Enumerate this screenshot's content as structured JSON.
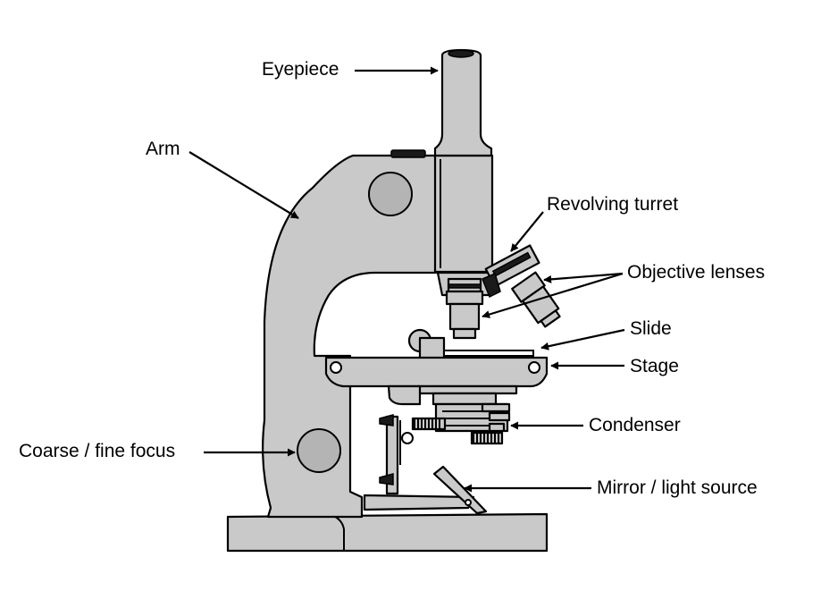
{
  "labels": {
    "eyepiece": "Eyepiece",
    "arm": "Arm",
    "revolving_turret": "Revolving turret",
    "objective_lenses": "Objective lenses",
    "slide": "Slide",
    "stage": "Stage",
    "condenser": "Condenser",
    "focus": "Coarse / fine focus",
    "mirror": "Mirror / light source"
  },
  "colors": {
    "body": "#c9c9c9",
    "shade": "#b4b4b4",
    "outline": "#000000",
    "background": "#ffffff"
  }
}
